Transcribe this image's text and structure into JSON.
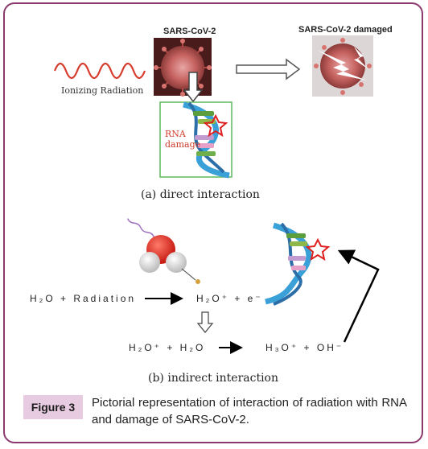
{
  "top": {
    "virus_label": "SARS-CoV-2",
    "damaged_label": "SARS-CoV-2 damaged",
    "radiation_label": "Ionizing Radiation",
    "rna_damage_line1": "RNA",
    "rna_damage_line2": "damage",
    "caption": "(a) direct interaction"
  },
  "bottom": {
    "eq1_left": "H₂O + Radiation",
    "eq1_right": "H₂O⁺ + e⁻",
    "eq2_left": "H₂O⁺ + H₂O",
    "eq2_right": "H₃O⁺ + OH⁻",
    "caption": "(b) indirect interaction"
  },
  "figure": {
    "badge": "Figure 3",
    "text": "Pictorial representation of interaction of radiation with RNA and damage of SARS-CoV-2."
  },
  "colors": {
    "frame": "#8b3a6e",
    "badge_bg": "#e7cbe0",
    "wave": "#d83a2c",
    "box": "#5fb85f",
    "star": "#e02020"
  }
}
